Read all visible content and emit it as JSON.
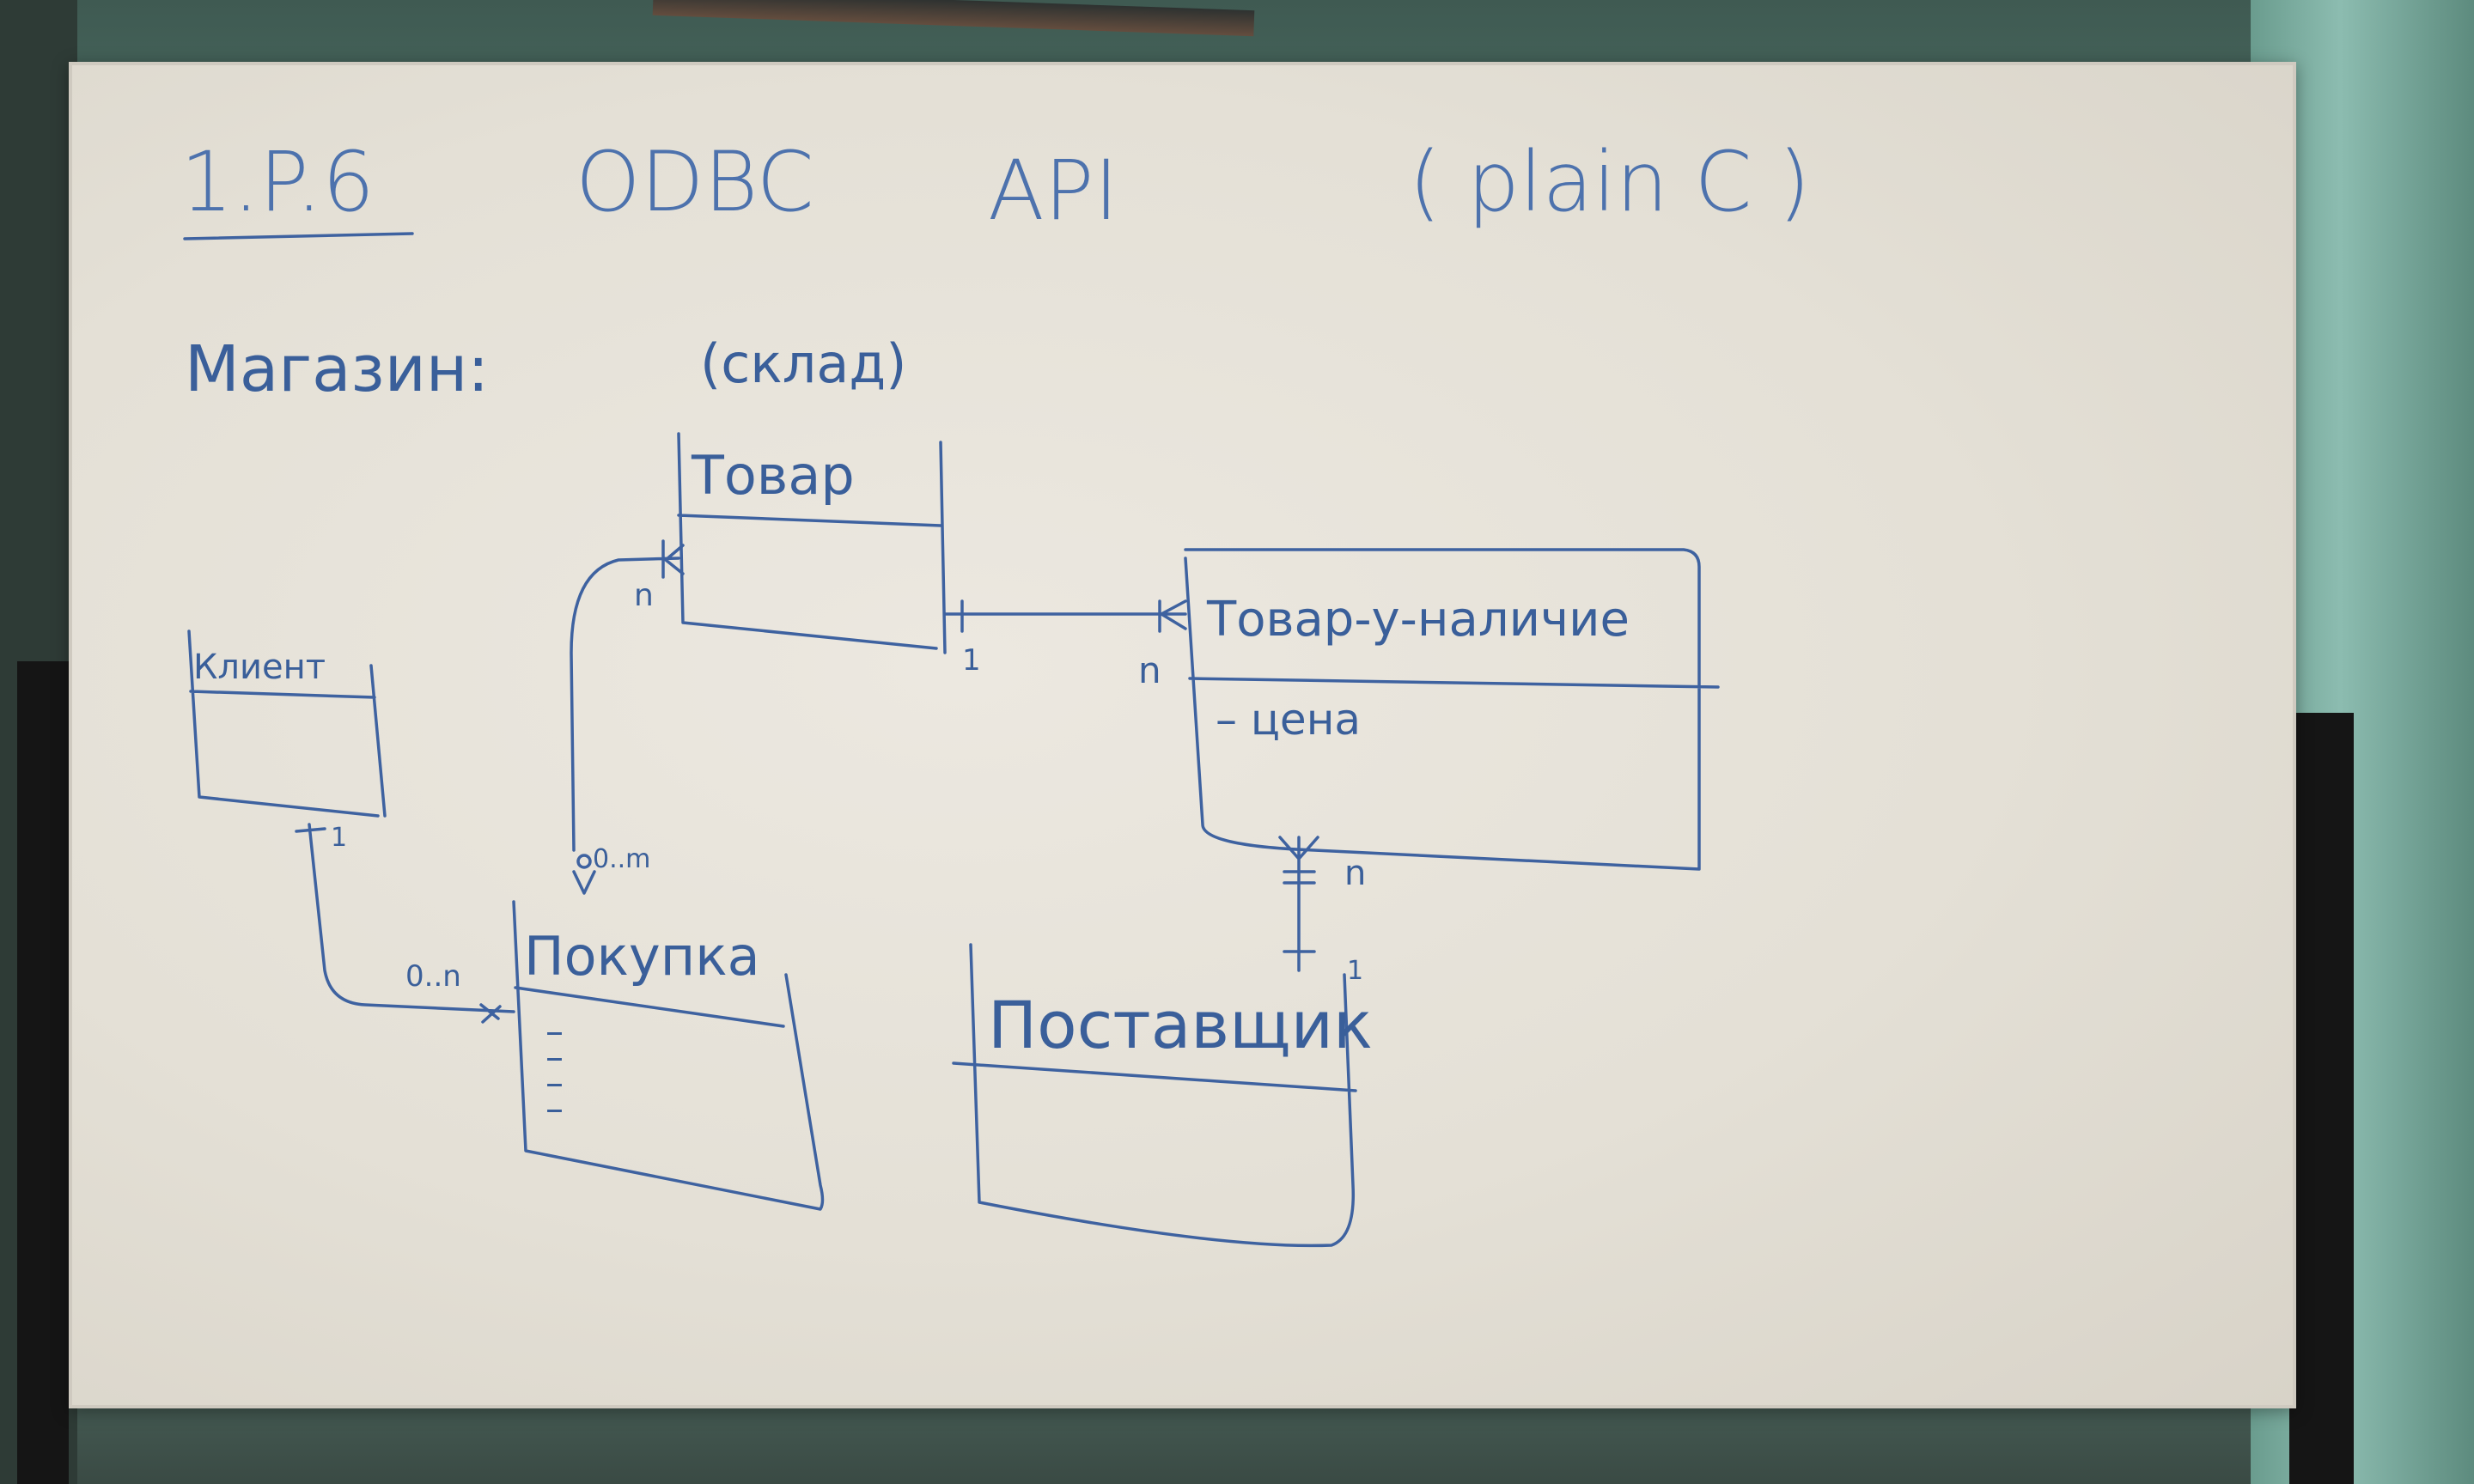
{
  "board": {
    "title": {
      "code": "1.P.6",
      "api": "ODBC",
      "api2": "API",
      "lang": "( plain C )"
    },
    "subject": "Магазин:",
    "subject_note": "(склад)"
  },
  "entities": {
    "tovar": {
      "name": "Товар",
      "attrs": []
    },
    "tovar_nalichie": {
      "name": "Товар-у-наличие",
      "attrs": [
        "– цена"
      ]
    },
    "klient": {
      "name": "Клиент",
      "attrs": []
    },
    "pokupka": {
      "name": "Покупка",
      "attrs": [
        "–",
        "–",
        "–",
        "–"
      ]
    },
    "postavshik": {
      "name": "Поставщик",
      "attrs": []
    }
  },
  "relations": {
    "tovar_to_nalichie": {
      "left": "1",
      "right": "n"
    },
    "tovar_to_pokupka": {
      "top": "n",
      "bottom": "0..m"
    },
    "klient_to_pokupka": {
      "top": "1",
      "bottom": "0..n"
    },
    "nalichie_to_postavshik": {
      "top": "n",
      "bottom": "1"
    }
  }
}
